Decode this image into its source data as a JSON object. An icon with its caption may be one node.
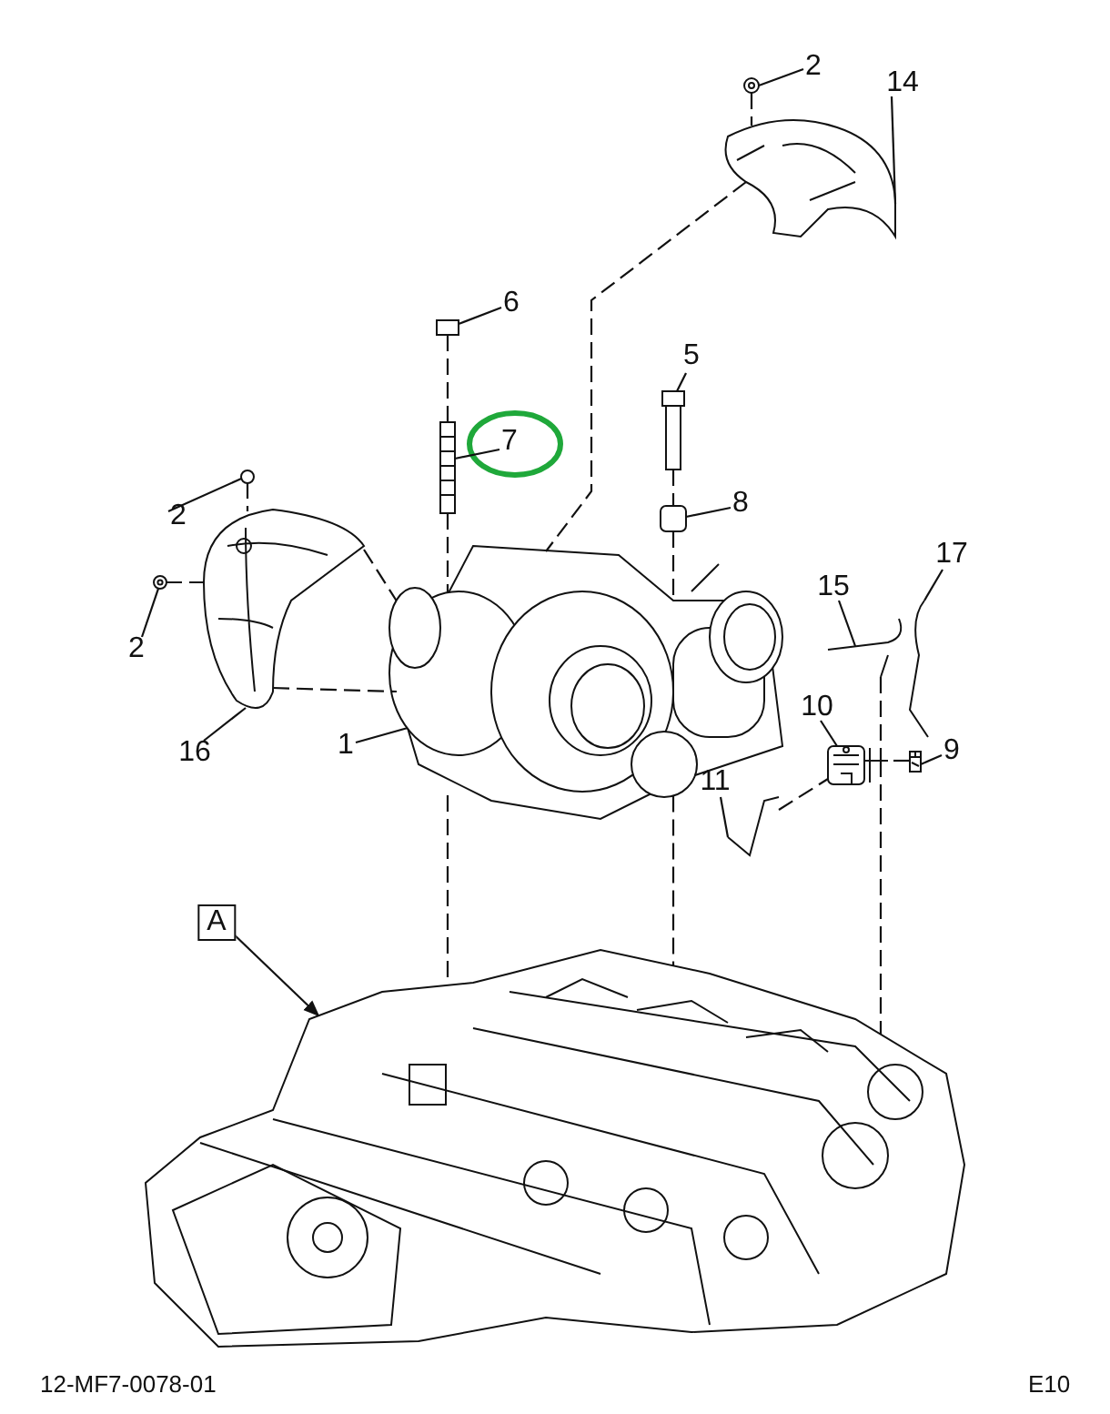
{
  "diagram": {
    "nodes": [
      {
        "text": [
          "2"
        ]
      },
      {
        "text": [],
        "shape": "picture"
      },
      {
        "text": [
          "14"
        ]
      },
      {
        "text": [],
        "shape": "picture"
      },
      {
        "text": [
          "6"
        ]
      },
      {
        "text": [],
        "shape": "picture"
      },
      {
        "text": [
          "5"
        ]
      },
      {
        "text": [],
        "shape": "picture"
      },
      {
        "text": [
          "7"
        ]
      },
      {
        "text": [],
        "shape": "picture"
      },
      {
        "text": [
          "2"
        ]
      },
      {
        "text": [],
        "shape": "picture"
      },
      {
        "text": [
          "8"
        ]
      },
      {
        "text": [],
        "shape": "picture"
      },
      {
        "text": [
          "17"
        ]
      },
      {
        "text": [],
        "shape": "picture"
      },
      {
        "text": [
          "15"
        ]
      },
      {
        "text": [],
        "shape": "picture"
      },
      {
        "text": [
          "2"
        ]
      },
      {
        "text": [],
        "shape": "picture"
      },
      {
        "text": [
          "10"
        ]
      },
      {
        "text": [],
        "shape": "picture"
      },
      {
        "text": [
          "16"
        ]
      },
      {
        "text": [],
        "shape": "picture"
      },
      {
        "text": [
          "1"
        ]
      },
      {
        "text": [],
        "shape": "picture"
      },
      {
        "text": [
          "9"
        ]
      },
      {
        "text": [],
        "shape": "picture"
      },
      {
        "text": [
          "11"
        ]
      },
      {
        "text": [],
        "shape": "picture"
      },
      {
        "text": [
          "A"
        ]
      },
      {
        "text": [],
        "shape": "picture"
      }
    ],
    "edges": [
      {
        "from": 0,
        "to": 1,
        "arrow": "none"
      },
      {
        "from": 2,
        "to": 3,
        "arrow": "none"
      },
      {
        "from": 4,
        "to": 5,
        "arrow": "none"
      },
      {
        "from": 6,
        "to": 7,
        "arrow": "none"
      },
      {
        "from": 8,
        "to": 9,
        "arrow": "none"
      },
      {
        "from": 10,
        "to": 11,
        "arrow": "none"
      },
      {
        "from": 12,
        "to": 13,
        "arrow": "none"
      },
      {
        "from": 14,
        "to": 15,
        "arrow": "none"
      },
      {
        "from": 16,
        "to": 17,
        "arrow": "none"
      },
      {
        "from": 18,
        "to": 19,
        "arrow": "none"
      },
      {
        "from": 20,
        "to": 21,
        "arrow": "none"
      },
      {
        "from": 22,
        "to": 23,
        "arrow": "none"
      },
      {
        "from": 24,
        "to": 25,
        "arrow": "none"
      },
      {
        "from": 26,
        "to": 27,
        "arrow": "none"
      },
      {
        "from": 28,
        "to": 29,
        "arrow": "none"
      },
      {
        "from": 30,
        "to": 31,
        "arrow": "to"
      },
      {
        "from": 1,
        "to": 3,
        "arrow": "none",
        "style": "dashed"
      },
      {
        "from": 3,
        "to": 25,
        "arrow": "none",
        "style": "dashed"
      },
      {
        "from": 5,
        "to": 9,
        "arrow": "none",
        "style": "dashed"
      },
      {
        "from": 9,
        "to": 25,
        "arrow": "none",
        "style": "dashed"
      },
      {
        "from": 25,
        "to": 31,
        "arrow": "none",
        "style": "dashed"
      },
      {
        "from": 7,
        "to": 13,
        "arrow": "none",
        "style": "dashed"
      },
      {
        "from": 13,
        "to": 25,
        "arrow": "none",
        "style": "dashed"
      },
      {
        "from": 25,
        "to": 31,
        "arrow": "none",
        "style": "dashed"
      },
      {
        "from": 11,
        "to": 23,
        "arrow": "none",
        "style": "dashed"
      },
      {
        "from": 19,
        "to": 23,
        "arrow": "none",
        "style": "dashed"
      },
      {
        "from": 23,
        "to": 25,
        "arrow": "none",
        "style": "dashed"
      },
      {
        "from": 23,
        "to": 25,
        "arrow": "none",
        "style": "dashed"
      },
      {
        "from": 17,
        "to": 21,
        "arrow": "none",
        "style": "dashed"
      },
      {
        "from": 21,
        "to": 31,
        "arrow": "none",
        "style": "dashed"
      },
      {
        "from": 29,
        "to": 21,
        "arrow": "none",
        "style": "dashed"
      },
      {
        "from": 27,
        "to": 21,
        "arrow": "none",
        "style": "dashed"
      }
    ],
    "labels": [
      "12-MF7-0078-01",
      "E10"
    ]
  }
}
